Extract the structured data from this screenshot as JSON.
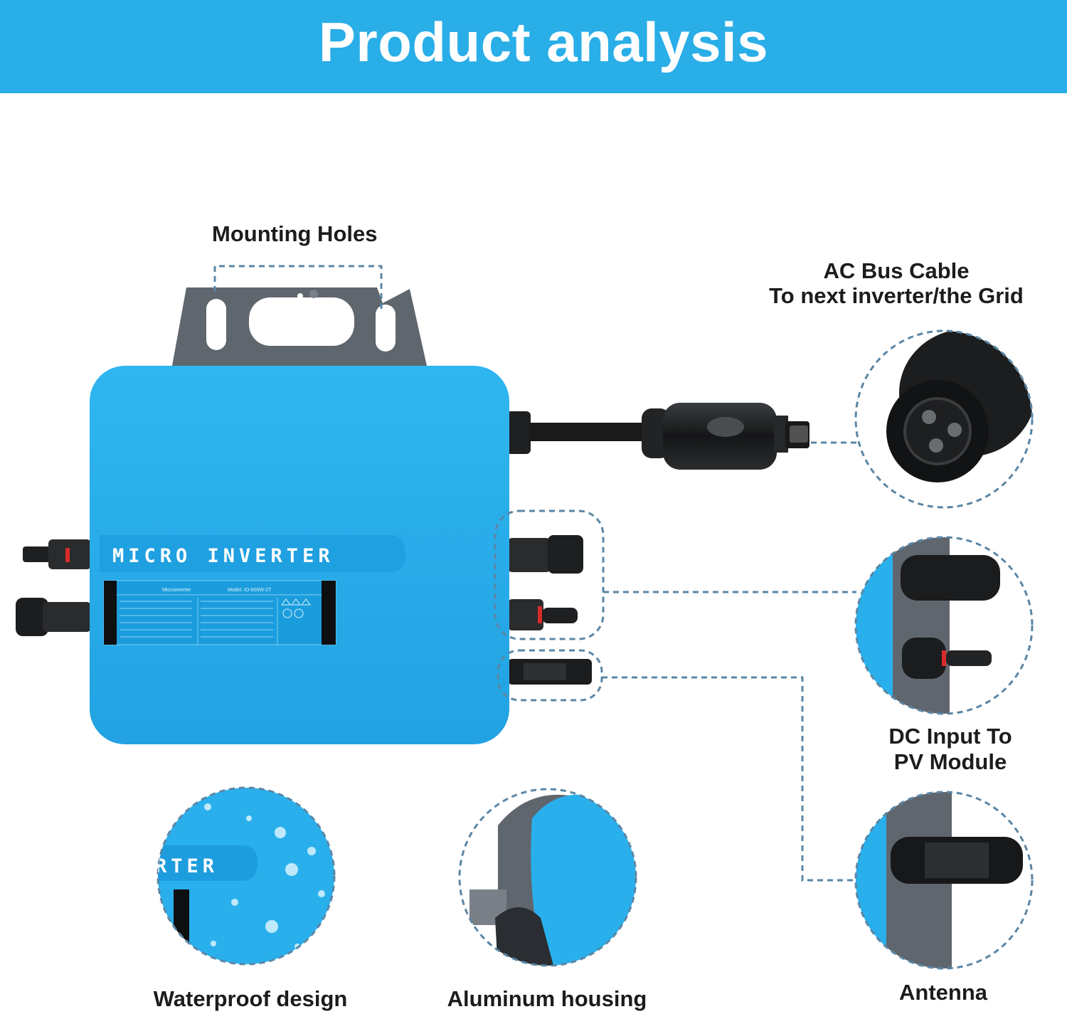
{
  "header": {
    "title": "Product analysis"
  },
  "device": {
    "nameplate": "MICRO INVERTER",
    "label_product": "Microinverter",
    "label_model": "Model: IO-800W-2T"
  },
  "callouts": {
    "mounting_holes": "Mounting Holes",
    "ac_bus_line1": "AC Bus Cable",
    "ac_bus_line2": "To next inverter/the Grid",
    "dc_input_line1": "DC Input To",
    "dc_input_line2": "PV Module",
    "antenna": "Antenna",
    "waterproof": "Waterproof design",
    "aluminum": "Aluminum housing"
  },
  "detail_crops": {
    "waterproof_text": "RTER"
  },
  "colors": {
    "banner": "#29aee8",
    "housing": "#29b0ec",
    "bracket": "#5f666e",
    "dashes": "#5a86a6"
  }
}
